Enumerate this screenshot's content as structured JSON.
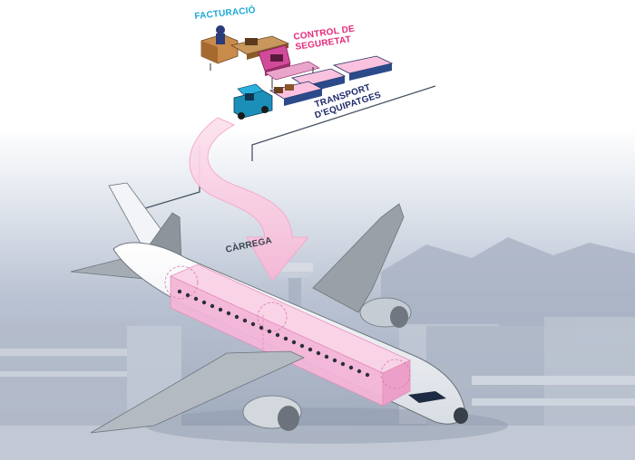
{
  "labels": {
    "checkin": "FACTURACIÓ",
    "security_line1": "CONTROL DE",
    "security_line2": "SEGURETAT",
    "transport_line1": "TRANSPORT",
    "transport_line2": "D'EQUIPATGES",
    "loading": "CÀRREGA"
  },
  "colors": {
    "checkin": "#1aa7d6",
    "security": "#e5297a",
    "transport": "#1d2a6b",
    "loading": "#3a4250",
    "cargo_hold": "#f4b6d8",
    "flow_arrow": "#f9c9e0"
  }
}
